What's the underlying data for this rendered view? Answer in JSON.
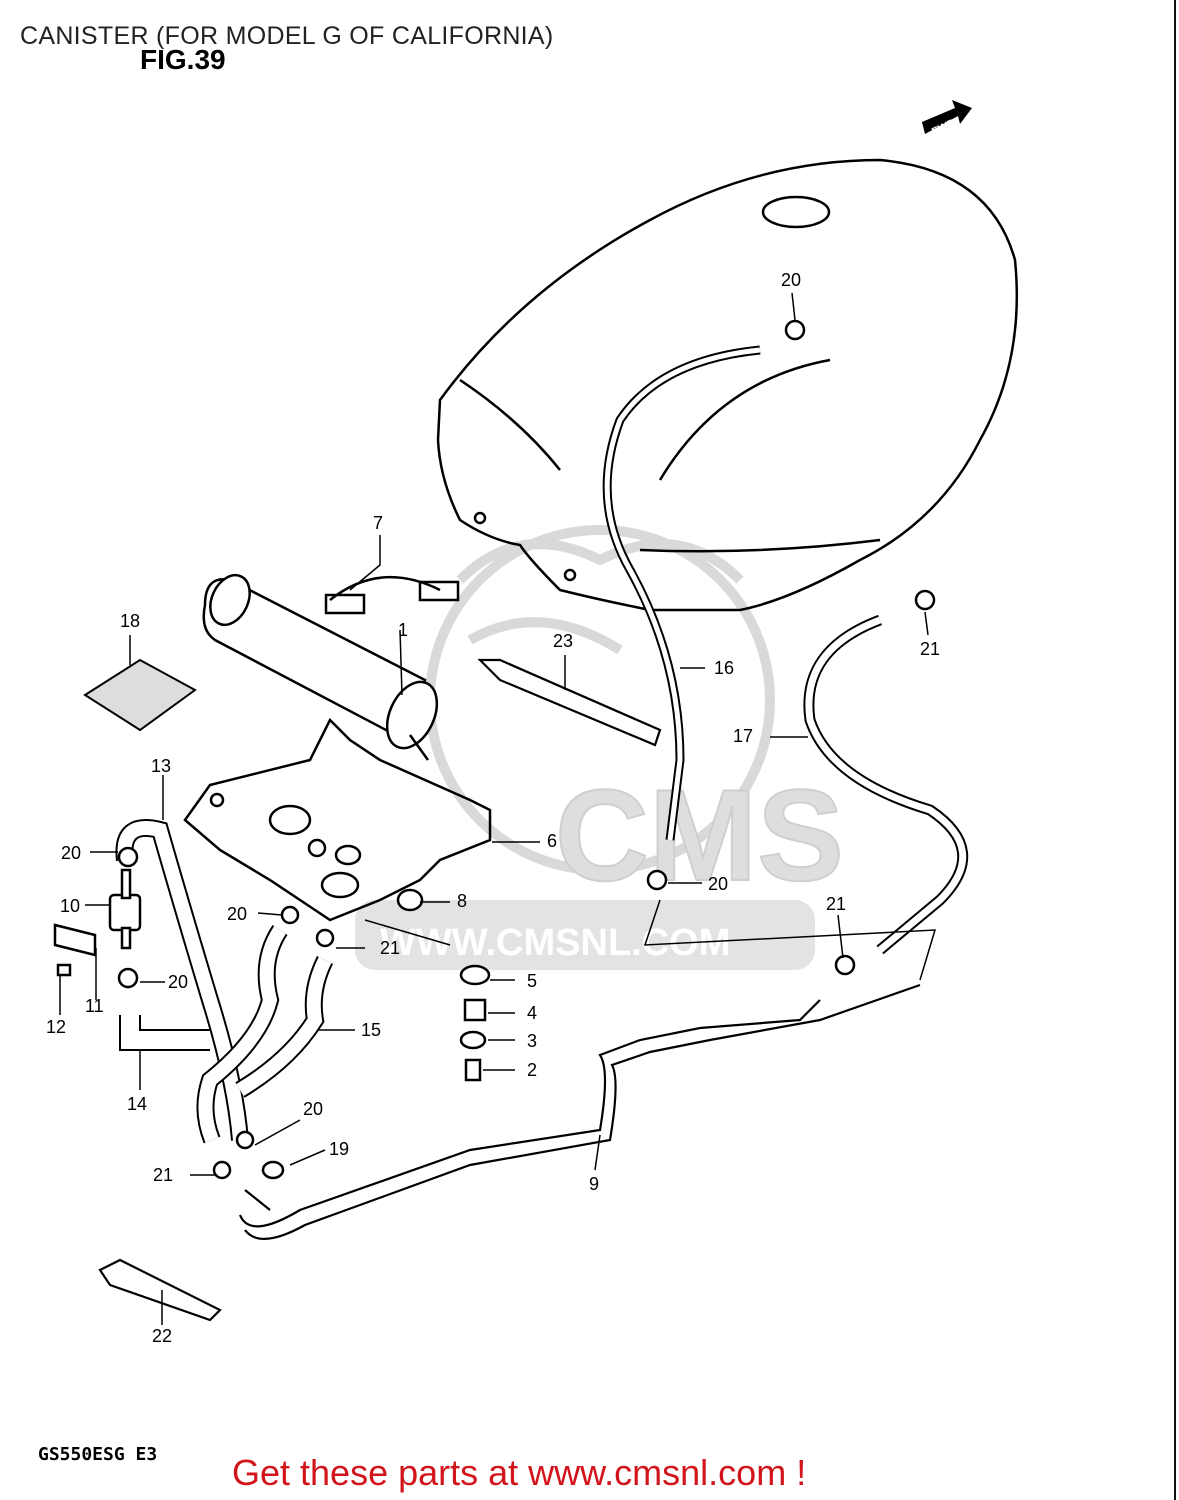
{
  "header": {
    "title": "CANISTER (FOR MODEL G OF CALIFORNIA)",
    "figure": "FIG.39"
  },
  "forward_marker": "FWD",
  "watermark": {
    "logo_text": "CMS",
    "url_text": "WWW.CMSNL.COM"
  },
  "callouts": [
    "1",
    "2",
    "3",
    "4",
    "5",
    "6",
    "7",
    "8",
    "9",
    "10",
    "11",
    "12",
    "13",
    "14",
    "15",
    "16",
    "17",
    "18",
    "19",
    "20",
    "21",
    "22",
    "23"
  ],
  "footer": {
    "model_code": "GS550ESG E3",
    "promo": "Get these parts at www.cmsnl.com !"
  },
  "colors": {
    "line": "#000000",
    "watermark": "#d9d9d9",
    "promo": "#d2141b"
  }
}
